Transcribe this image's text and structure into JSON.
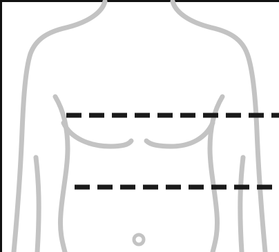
{
  "diagram": {
    "subject": "torso-outline",
    "measurement_lines": [
      {
        "id": "chest-line",
        "style": "dashed"
      },
      {
        "id": "waist-line",
        "style": "dashed"
      }
    ]
  },
  "colors": {
    "background": "#ffffff",
    "outline": "#c3c3c3",
    "measure_line": "#1a1a1a",
    "frame_edge": "#111111"
  }
}
